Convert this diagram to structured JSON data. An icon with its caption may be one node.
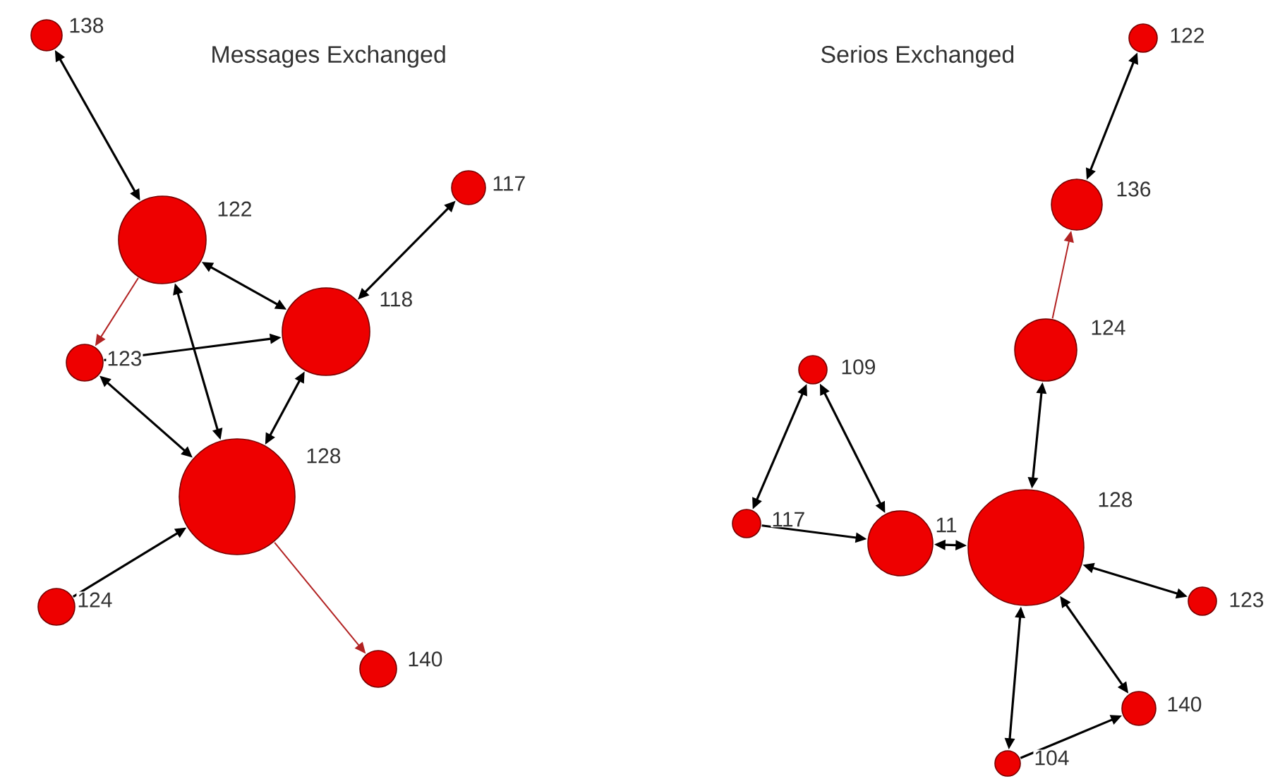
{
  "diagram": {
    "nodes": [
      {
        "text": [],
        "shape": "circle",
        "beside": [
          "138"
        ]
      },
      {
        "text": [],
        "shape": "circle",
        "beside": [
          "122"
        ]
      },
      {
        "text": [],
        "shape": "circle",
        "beside": [
          "117"
        ]
      },
      {
        "text": [],
        "shape": "circle",
        "beside": [
          "118"
        ]
      },
      {
        "text": [],
        "shape": "circle",
        "beside": [
          "123"
        ]
      },
      {
        "text": [],
        "shape": "circle",
        "beside": [
          "128"
        ]
      },
      {
        "text": [],
        "shape": "circle",
        "beside": [
          "124"
        ]
      },
      {
        "text": [],
        "shape": "circle",
        "beside": [
          "140"
        ]
      },
      {
        "text": [],
        "shape": "circle",
        "beside": [
          "122"
        ]
      },
      {
        "text": [],
        "shape": "circle",
        "beside": [
          "136"
        ]
      },
      {
        "text": [],
        "shape": "circle",
        "beside": [
          "124"
        ]
      },
      {
        "text": [],
        "shape": "circle",
        "beside": [
          "109"
        ]
      },
      {
        "text": [],
        "shape": "circle",
        "beside": [
          "117"
        ]
      },
      {
        "text": [],
        "shape": "circle",
        "beside": [
          "11"
        ]
      },
      {
        "text": [],
        "shape": "circle",
        "beside": [
          "128"
        ]
      },
      {
        "text": [],
        "shape": "circle",
        "beside": [
          "123"
        ]
      },
      {
        "text": [],
        "shape": "circle",
        "beside": [
          "140"
        ]
      },
      {
        "text": [],
        "shape": "circle",
        "beside": [
          "104"
        ]
      }
    ],
    "edges": [
      {
        "from": 0,
        "to": 1,
        "arrow": "both"
      },
      {
        "from": 1,
        "to": 4,
        "arrow": "to",
        "color": "#b22222"
      },
      {
        "from": 1,
        "to": 3,
        "arrow": "both"
      },
      {
        "from": 2,
        "to": 3,
        "arrow": "both"
      },
      {
        "from": 4,
        "to": 3,
        "arrow": "to"
      },
      {
        "from": 5,
        "to": 1,
        "arrow": "both"
      },
      {
        "from": 5,
        "to": 4,
        "arrow": "both"
      },
      {
        "from": 5,
        "to": 3,
        "arrow": "both"
      },
      {
        "from": 6,
        "to": 5,
        "arrow": "to"
      },
      {
        "from": 5,
        "to": 7,
        "arrow": "to",
        "color": "#b22222"
      },
      {
        "from": 8,
        "to": 9,
        "arrow": "both"
      },
      {
        "from": 10,
        "to": 9,
        "arrow": "to",
        "color": "#b22222"
      },
      {
        "from": 14,
        "to": 10,
        "arrow": "both"
      },
      {
        "from": 11,
        "to": 12,
        "arrow": "both"
      },
      {
        "from": 11,
        "to": 13,
        "arrow": "both"
      },
      {
        "from": 12,
        "to": 13,
        "arrow": "to"
      },
      {
        "from": 14,
        "to": 13,
        "arrow": "both"
      },
      {
        "from": 14,
        "to": 15,
        "arrow": "both"
      },
      {
        "from": 14,
        "to": 16,
        "arrow": "both"
      },
      {
        "from": 14,
        "to": 17,
        "arrow": "both"
      },
      {
        "from": 17,
        "to": 16,
        "arrow": "to"
      }
    ],
    "labels": [
      "Messages Exchanged",
      "Serios Exchanged"
    ]
  }
}
